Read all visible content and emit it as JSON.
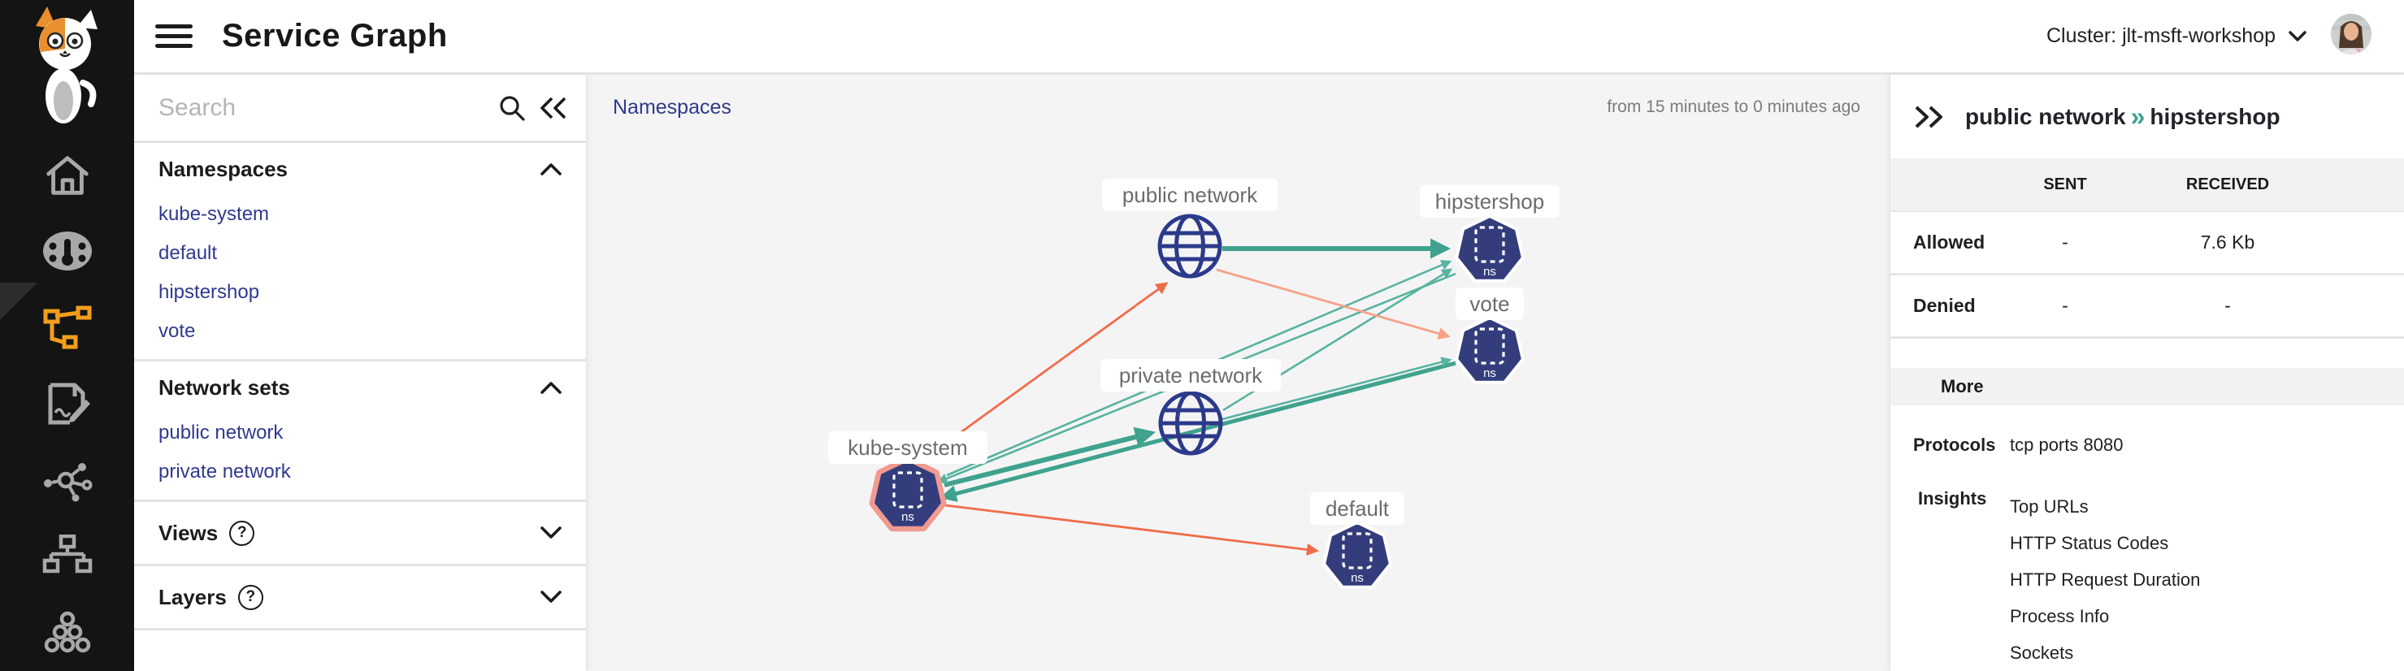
{
  "header": {
    "title": "Service Graph",
    "cluster_selector": "Cluster: jlt-msft-workshop"
  },
  "sidebar": {
    "logo": "calico-cat-logo",
    "nav_icons": [
      "home",
      "dashboard",
      "service-graph",
      "reports",
      "network",
      "tiers",
      "clusters"
    ],
    "active_icon": "service-graph"
  },
  "left_panel": {
    "search": {
      "placeholder": "Search"
    },
    "sections": {
      "namespaces": {
        "label": "Namespaces",
        "expanded": true,
        "items": [
          "kube-system",
          "default",
          "hipstershop",
          "vote"
        ]
      },
      "network_sets": {
        "label": "Network sets",
        "expanded": true,
        "items": [
          "public network",
          "private network"
        ]
      },
      "views": {
        "label": "Views",
        "expanded": false
      },
      "layers": {
        "label": "Layers",
        "expanded": false
      }
    }
  },
  "graph": {
    "view_label": "Namespaces",
    "time_range": "from 15 minutes to 0 minutes ago",
    "ns_badge": "ns",
    "nodes": [
      {
        "id": "public-network",
        "label": "public network",
        "type": "network-set",
        "icon": "globe"
      },
      {
        "id": "private-network",
        "label": "private network",
        "type": "network-set",
        "icon": "globe"
      },
      {
        "id": "hipstershop",
        "label": "hipstershop",
        "type": "namespace",
        "icon": "ns-heptagon"
      },
      {
        "id": "vote",
        "label": "vote",
        "type": "namespace",
        "icon": "ns-heptagon"
      },
      {
        "id": "kube-system",
        "label": "kube-system",
        "type": "namespace",
        "icon": "ns-heptagon",
        "highlighted": true
      },
      {
        "id": "default",
        "label": "default",
        "type": "namespace",
        "icon": "ns-heptagon"
      }
    ],
    "edges": [
      {
        "from": "public network",
        "to": "hipstershop",
        "color": "teal",
        "emphasis": "thick"
      },
      {
        "from": "kube-system",
        "to": "private network",
        "color": "teal",
        "emphasis": "thick"
      },
      {
        "from": "vote",
        "to": "kube-system",
        "color": "teal",
        "emphasis": "thick"
      },
      {
        "from": "hipstershop",
        "to": "kube-system",
        "color": "teal-light",
        "emphasis": "thin"
      },
      {
        "from": "private network",
        "to": "hipstershop",
        "color": "teal-light",
        "emphasis": "thin"
      },
      {
        "from": "private network",
        "to": "vote",
        "color": "teal-light",
        "emphasis": "thin"
      },
      {
        "from": "kube-system",
        "to": "hipstershop",
        "color": "teal-light",
        "emphasis": "thin"
      },
      {
        "from": "kube-system",
        "to": "public network",
        "color": "orange",
        "emphasis": "thin"
      },
      {
        "from": "kube-system",
        "to": "default",
        "color": "orange",
        "emphasis": "thin"
      },
      {
        "from": "public network",
        "to": "vote",
        "color": "orange-light",
        "emphasis": "thin"
      }
    ],
    "colors": {
      "allowed_edge": "#3fa28e",
      "allowed_edge_light": "#58b3a1",
      "denied_edge": "#f16b48",
      "denied_edge_light": "#f6a288",
      "node_fill": "#343d7c",
      "highlight_ring": "#f09a90",
      "canvas_bg": "#f4f4f5",
      "accent_orange": "#f29e1c"
    }
  },
  "details_panel": {
    "breadcrumb": {
      "source": "public network",
      "separator": "»",
      "target": "hipstershop"
    },
    "traffic_table": {
      "col_sent": "SENT",
      "col_received": "RECEIVED",
      "rows": [
        {
          "label": "Allowed",
          "sent": "-",
          "received": "7.6 Kb"
        },
        {
          "label": "Denied",
          "sent": "-",
          "received": "-"
        }
      ]
    },
    "more": {
      "label": "More",
      "protocols_label": "Protocols",
      "protocols_value": "tcp ports 8080",
      "insights_label": "Insights",
      "insights": [
        "Top URLs",
        "HTTP Status Codes",
        "HTTP Request Duration",
        "Process Info",
        "Sockets"
      ]
    }
  }
}
